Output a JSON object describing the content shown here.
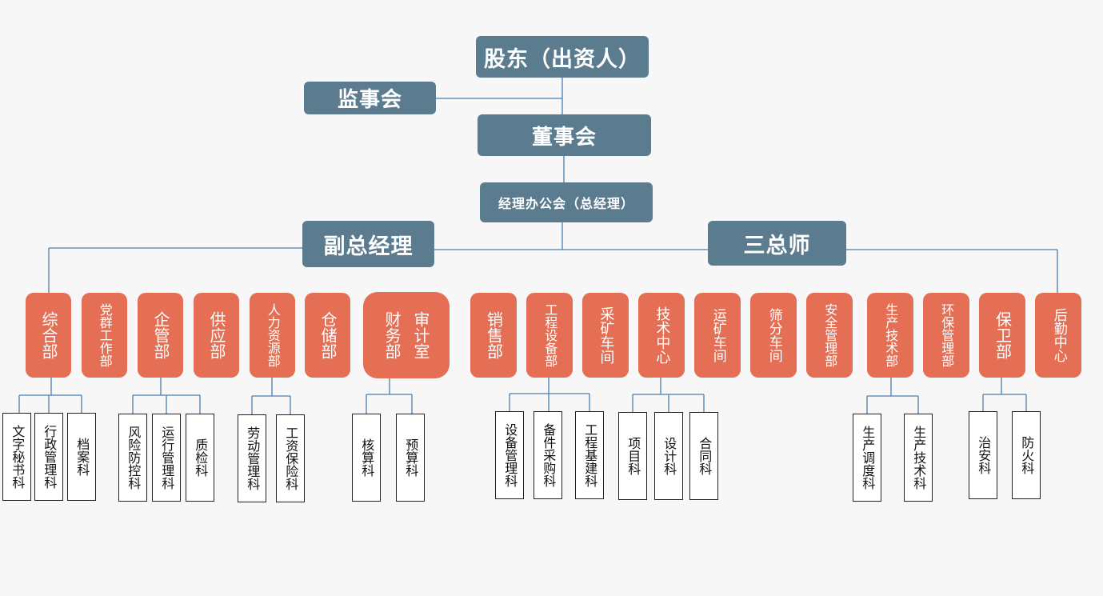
{
  "top": {
    "shareholders": "股东（出资人）",
    "supervisory_board": "监事会",
    "board": "董事会",
    "manager_office": "经理办公会（总经理）",
    "deputy_gm": "副总经理",
    "three_chiefs": "三总师"
  },
  "departments": [
    {
      "label": "综合部",
      "subs": [
        "文字秘书科",
        "行政管理科",
        "档案科"
      ]
    },
    {
      "label": "党群工作部",
      "subs": []
    },
    {
      "label": "企管部",
      "subs": [
        "风险防控科",
        "运行管理科",
        "质检科"
      ]
    },
    {
      "label": "供应部",
      "subs": []
    },
    {
      "label": "人力资源部",
      "subs": [
        "劳动管理科",
        "工资保险科"
      ]
    },
    {
      "label": "仓储部",
      "subs": []
    },
    {
      "label": "财务部",
      "label2": "审计室",
      "subs": [
        "核算科",
        "预算科"
      ]
    },
    {
      "label": "销售部",
      "subs": []
    },
    {
      "label": "工程设备部",
      "subs": [
        "设备管理科",
        "备件采购科",
        "工程基建科"
      ]
    },
    {
      "label": "采矿车间",
      "subs": []
    },
    {
      "label": "技术中心",
      "subs": [
        "项目科",
        "设计科",
        "合同科"
      ]
    },
    {
      "label": "运矿车间",
      "subs": []
    },
    {
      "label": "筛分车间",
      "subs": []
    },
    {
      "label": "安全管理部",
      "subs": []
    },
    {
      "label": "生产技术部",
      "subs": [
        "生产调度科",
        "生产技术科"
      ]
    },
    {
      "label": "环保管理部",
      "subs": []
    },
    {
      "label": "保卫部",
      "subs": [
        "治安科",
        "防火科"
      ]
    },
    {
      "label": "后勤中心",
      "subs": []
    }
  ]
}
